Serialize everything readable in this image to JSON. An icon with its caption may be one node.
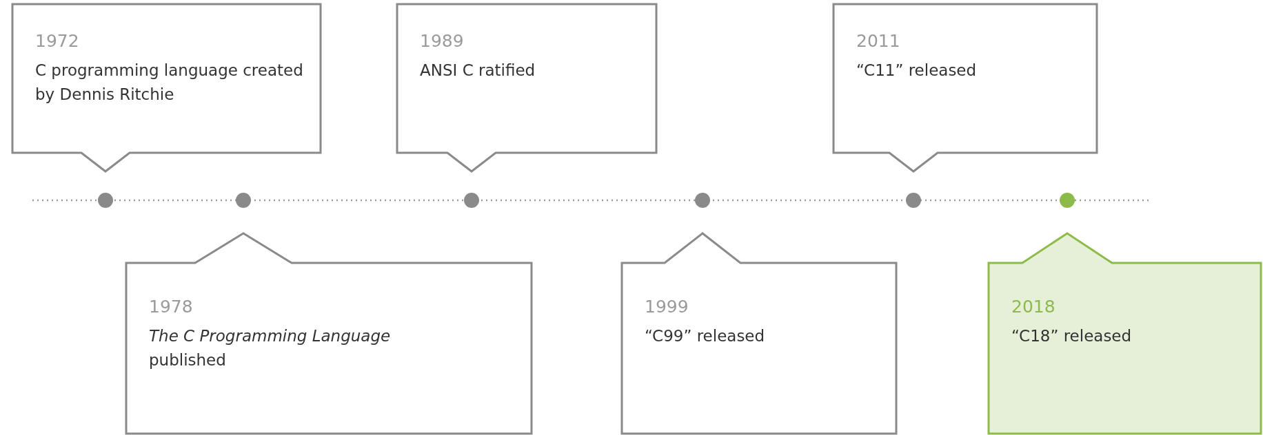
{
  "diagram": {
    "nodes": [
      {
        "text": [
          "1972",
          "C programming language created by Dennis Ritchie"
        ]
      },
      {
        "text": [
          "1978",
          "*The C Programming Language* published"
        ]
      },
      {
        "text": [
          "1989",
          "ANSI C ratified"
        ]
      },
      {
        "text": [
          "1999",
          "“C99” released"
        ]
      },
      {
        "text": [
          "2011",
          "“C11” released"
        ]
      },
      {
        "text": [
          "2018",
          "“C18” released"
        ]
      }
    ]
  }
}
